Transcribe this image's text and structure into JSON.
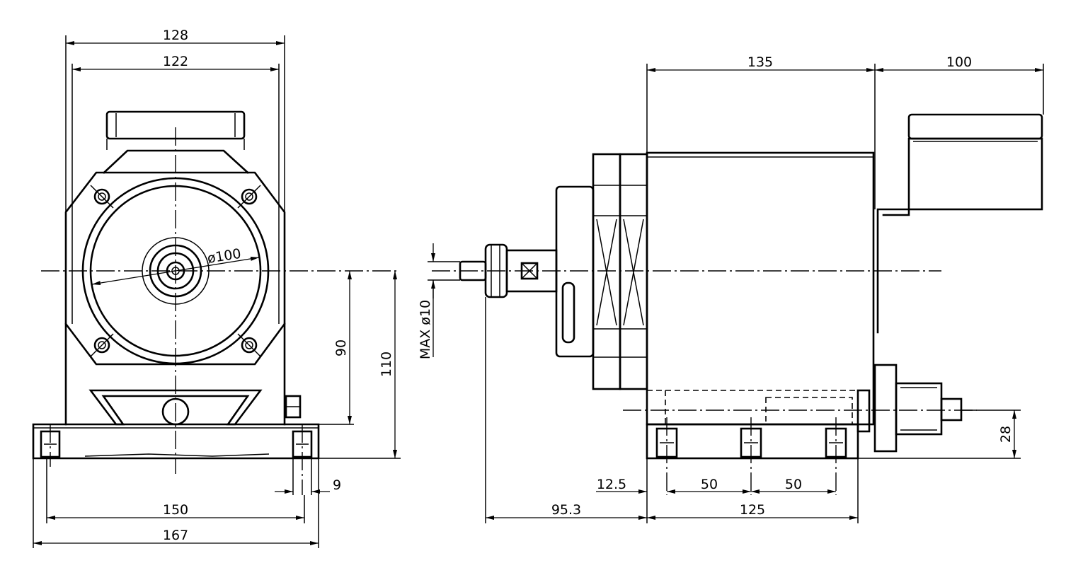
{
  "colors": {
    "ink": "#000000",
    "paper": "#ffffff"
  },
  "dimensions": {
    "front_overall_width": "128",
    "front_body_width": "122",
    "flange_diameter": "ø100",
    "axis_height": "90",
    "overall_height": "110",
    "hole_offset": "9",
    "base_hole_spacing": "150",
    "base_width": "167",
    "body_length": "135",
    "terminal_box_length": "100",
    "collet_capacity": "MAX ø10",
    "shaft_offset": "12.5",
    "hole_pitch_1": "50",
    "hole_pitch_2": "50",
    "spindle_projection": "95.3",
    "base_length": "125",
    "pulley_axis_height": "28"
  }
}
